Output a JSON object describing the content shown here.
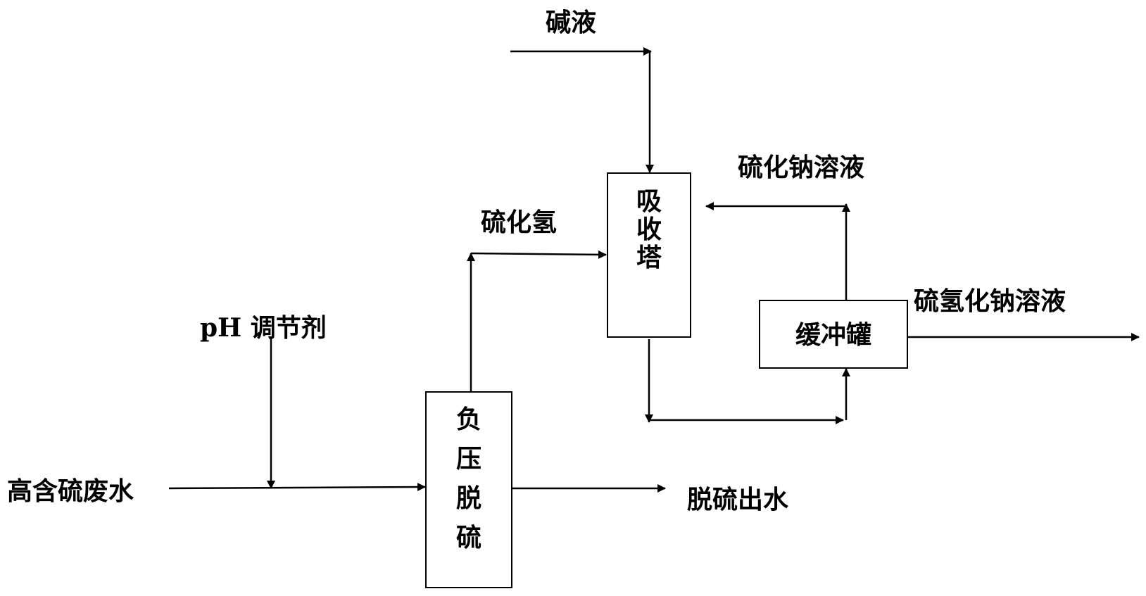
{
  "diagram": {
    "inputs": {
      "lye": "碱液",
      "ph_agent": "pH 调节剂",
      "wastewater": "高含硫废水"
    },
    "streams": {
      "h2s": "硫化氢",
      "na2s_solution": "硫化钠溶液",
      "nahs_solution": "硫氢化钠溶液",
      "desulfurized_water": "脱硫出水"
    },
    "units": {
      "absorber": [
        "吸",
        "收",
        "塔"
      ],
      "buffer_tank": "缓冲罐",
      "vacuum_desulfurization": [
        "负",
        "压",
        "脱",
        "硫"
      ]
    },
    "colors": {
      "line": "#000000",
      "background": "#ffffff"
    }
  }
}
